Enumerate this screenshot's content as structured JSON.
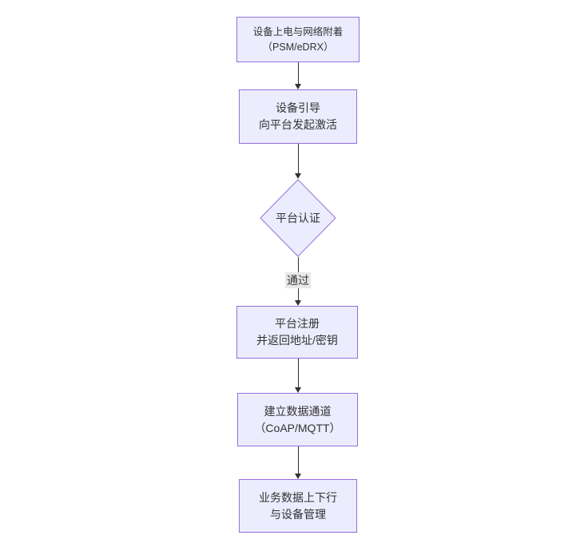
{
  "diagram": {
    "type": "flowchart-vertical",
    "colors": {
      "background": "#ffffff",
      "node_fill": "#ECECFF",
      "node_border": "#9370DB",
      "line_color": "#333333",
      "text_color": "#333333",
      "edge_label_bg": "#e8e8e8"
    },
    "nodes": [
      {
        "id": "A",
        "shape": "rect",
        "lines": [
          "设备上电与网络附着",
          "（PSM/eDRX）"
        ]
      },
      {
        "id": "B",
        "shape": "rect",
        "lines": [
          "设备引导",
          "向平台发起激活"
        ]
      },
      {
        "id": "C",
        "shape": "diamond",
        "lines": [
          "平台认证"
        ]
      },
      {
        "id": "D",
        "shape": "rect",
        "lines": [
          "平台注册",
          "并返回地址/密钥"
        ]
      },
      {
        "id": "E",
        "shape": "rect",
        "lines": [
          "建立数据通道",
          "（CoAP/MQTT）"
        ]
      },
      {
        "id": "F",
        "shape": "rect",
        "lines": [
          "业务数据上下行",
          "与设备管理"
        ]
      }
    ],
    "edges": [
      {
        "from": "A",
        "to": "B",
        "label": ""
      },
      {
        "from": "B",
        "to": "C",
        "label": ""
      },
      {
        "from": "C",
        "to": "D",
        "label": "通过"
      },
      {
        "from": "D",
        "to": "E",
        "label": ""
      },
      {
        "from": "E",
        "to": "F",
        "label": ""
      }
    ]
  }
}
